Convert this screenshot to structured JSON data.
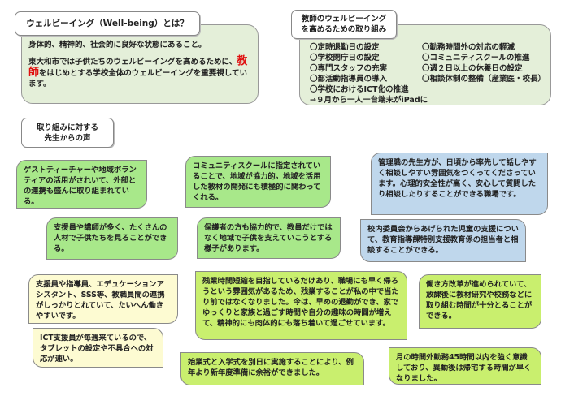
{
  "wellbeing": {
    "title": "ウェルビーイング（Well-being）とは？",
    "definition": "身体的、精神的、社会的に良好な状態にあること。",
    "para_before": "東大和市では子供たちのウェルビーイングを高めるために、",
    "highlight": "教師",
    "para_after": "をはじめとする学校全体のウェルビーイングを重要視しています。",
    "highlight_color": "#e01010"
  },
  "efforts": {
    "title_line1": "教師のウェルビーイング",
    "title_line2": "を高めるための取り組み",
    "items": [
      "〇定時退勤日の設定",
      "〇勤務時間外の対応の軽減",
      "〇学校閉庁日の設定",
      "〇コミュニティスクールの推進",
      "〇専門スタッフの充実",
      "〇週２日以上の休養日の設定",
      "〇部活動指導員の導入",
      "〇相談体制の整備（産業医・校長）"
    ],
    "ict": "〇学校におけるICT化の推進",
    "ipad": "→９月から一人一台端末がiPadに"
  },
  "voices": {
    "title_line1": "取り組みに対する",
    "title_line2": "先生からの声",
    "items": [
      "ゲストティーチャーや地域ボランティアの活用がされいて、外部との連携も盛んに取り組まれている。",
      "支援員や講師が多く、たくさんの人材で子供たちを見ることができる。",
      "コミュニティスクールに指定されていることで、地域が協力的。地域を活用した教材の開発にも積極的に関わってくれる。",
      "保護者の方も協力的で、教員だけではなく地域で子供を支えていこうとする様子があります。",
      "管理職の先生方が、日頃から率先して話しやすく相談しやすい雰囲気をつくってくださっています。心理的安全性が高く、安心して質問したり相談したりすることができる職場です。",
      "校内委員会からあげられた児童の支援について、教育指導課特別支援教育係の担当者と相談することができる。",
      "支援員や指導員、エデュケーションアシスタント、SSS等、教職員間の連携がしっかりとれていて、たいへん働きやすいです。",
      "ICT支援員が毎週来ているので、タブレットの設定や不具合への対応が速い。",
      "残業時間短縮を目指しているだけあり、職場にも早く帰ろうという雰囲気があるため、残業することが私の中で当たり前ではなくなりました。今は、早めの退勤ができ、家でゆっくりと家族と過ごす時間や自分の趣味の時間が増えて、精神的にも肉体的にも落ち着いて過ごせています。",
      "始業式と入学式を別日に実施することにより、例年より新年度準備に余裕ができました。",
      "働き方改革が進められていて、放課後に教材研究や校務などに取り組む時間が十分とることができる。",
      "月の時間外勤務45時間以内を強く意識しており、異動後は帰宅する時間が早くなりました。"
    ]
  }
}
